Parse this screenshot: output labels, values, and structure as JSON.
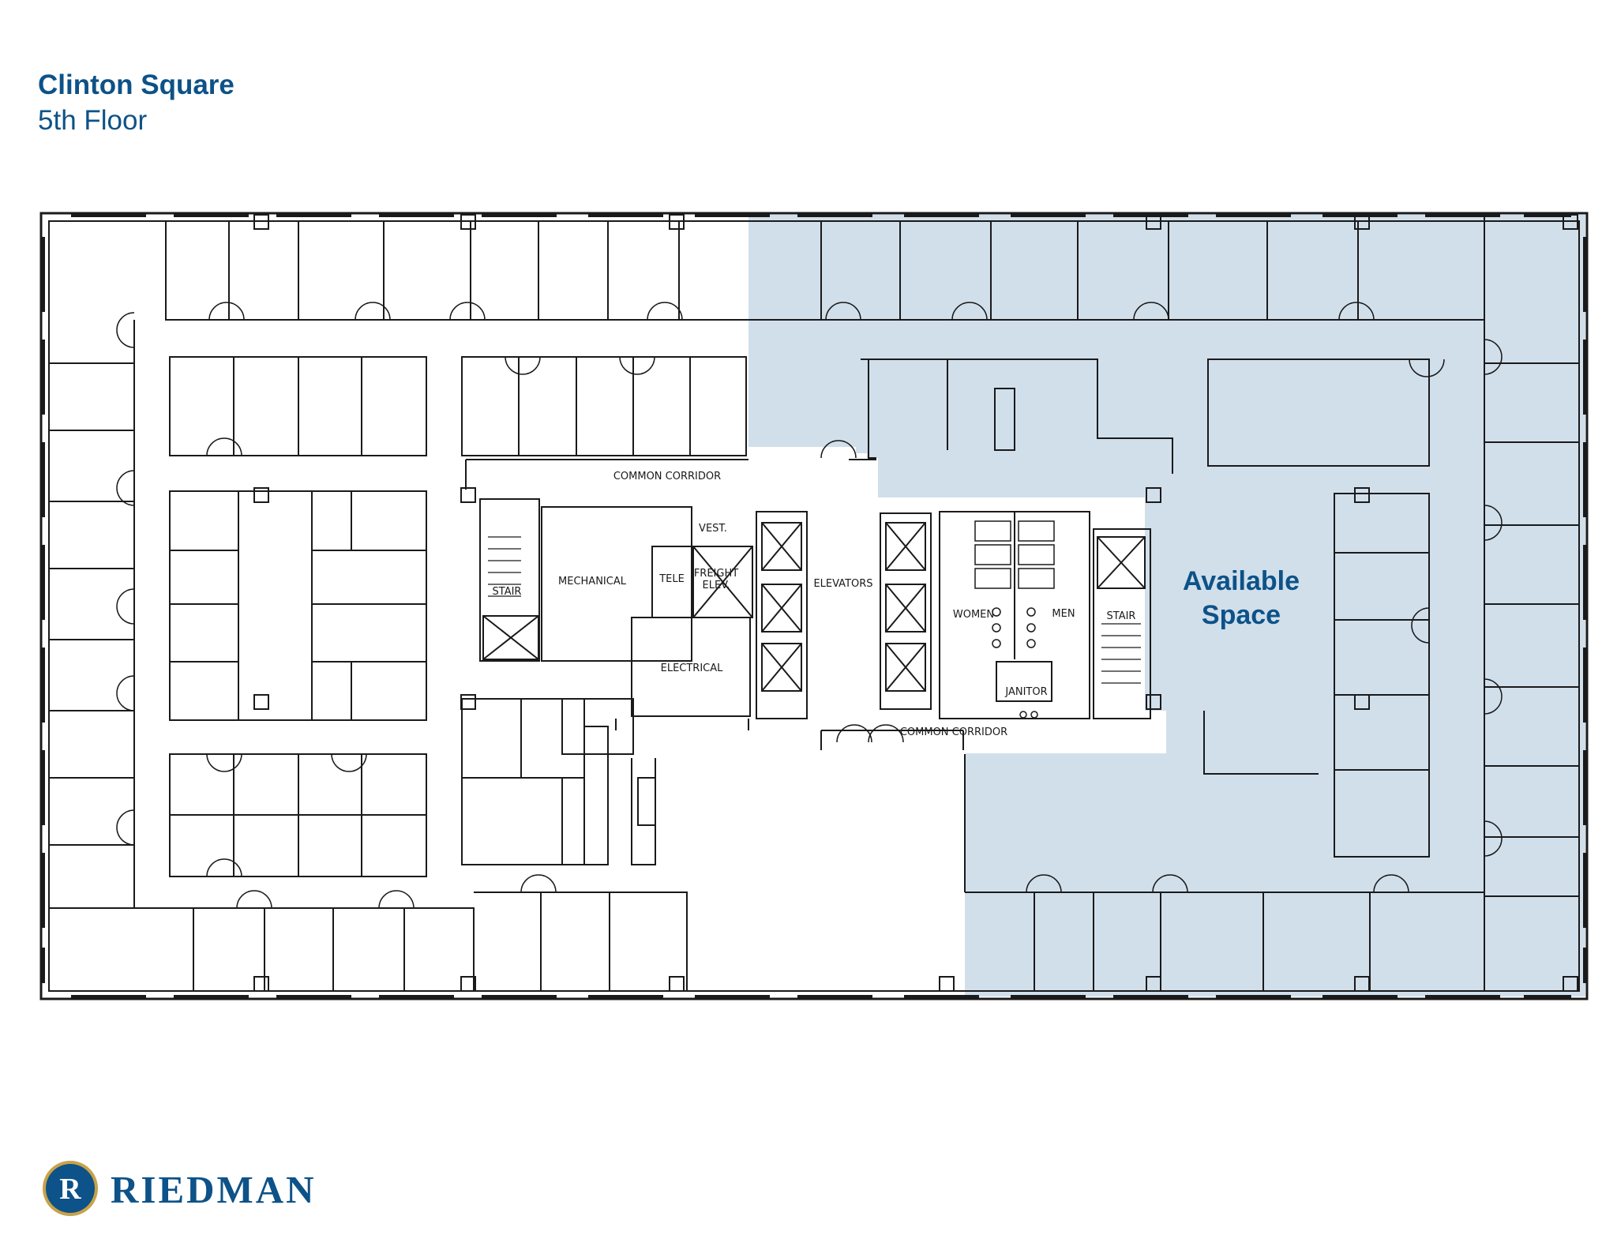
{
  "header": {
    "title": "Clinton Square",
    "subtitle": "5th Floor"
  },
  "available": {
    "line1": "Available",
    "line2": "Space",
    "fill_color": "#d1dfeb",
    "text_color": "#0d5288"
  },
  "rooms": {
    "common_corridor_top": "COMMON CORRIDOR",
    "common_corridor_bottom": "COMMON CORRIDOR",
    "vest": "VEST.",
    "stair_left": "STAIR",
    "mechanical": "MECHANICAL",
    "tele": "TELE",
    "freight_line1": "FREIGHT",
    "freight_line2": "ELEV.",
    "elevators": "ELEVATORS",
    "electrical": "ELECTRICAL",
    "women": "WOMEN",
    "men": "MEN",
    "stair_right": "STAIR",
    "janitor": "JANITOR"
  },
  "brand": {
    "name": "RIEDMAN",
    "mark_letter": "R",
    "color": "#0d5288",
    "ring_color": "#c8a24a"
  }
}
